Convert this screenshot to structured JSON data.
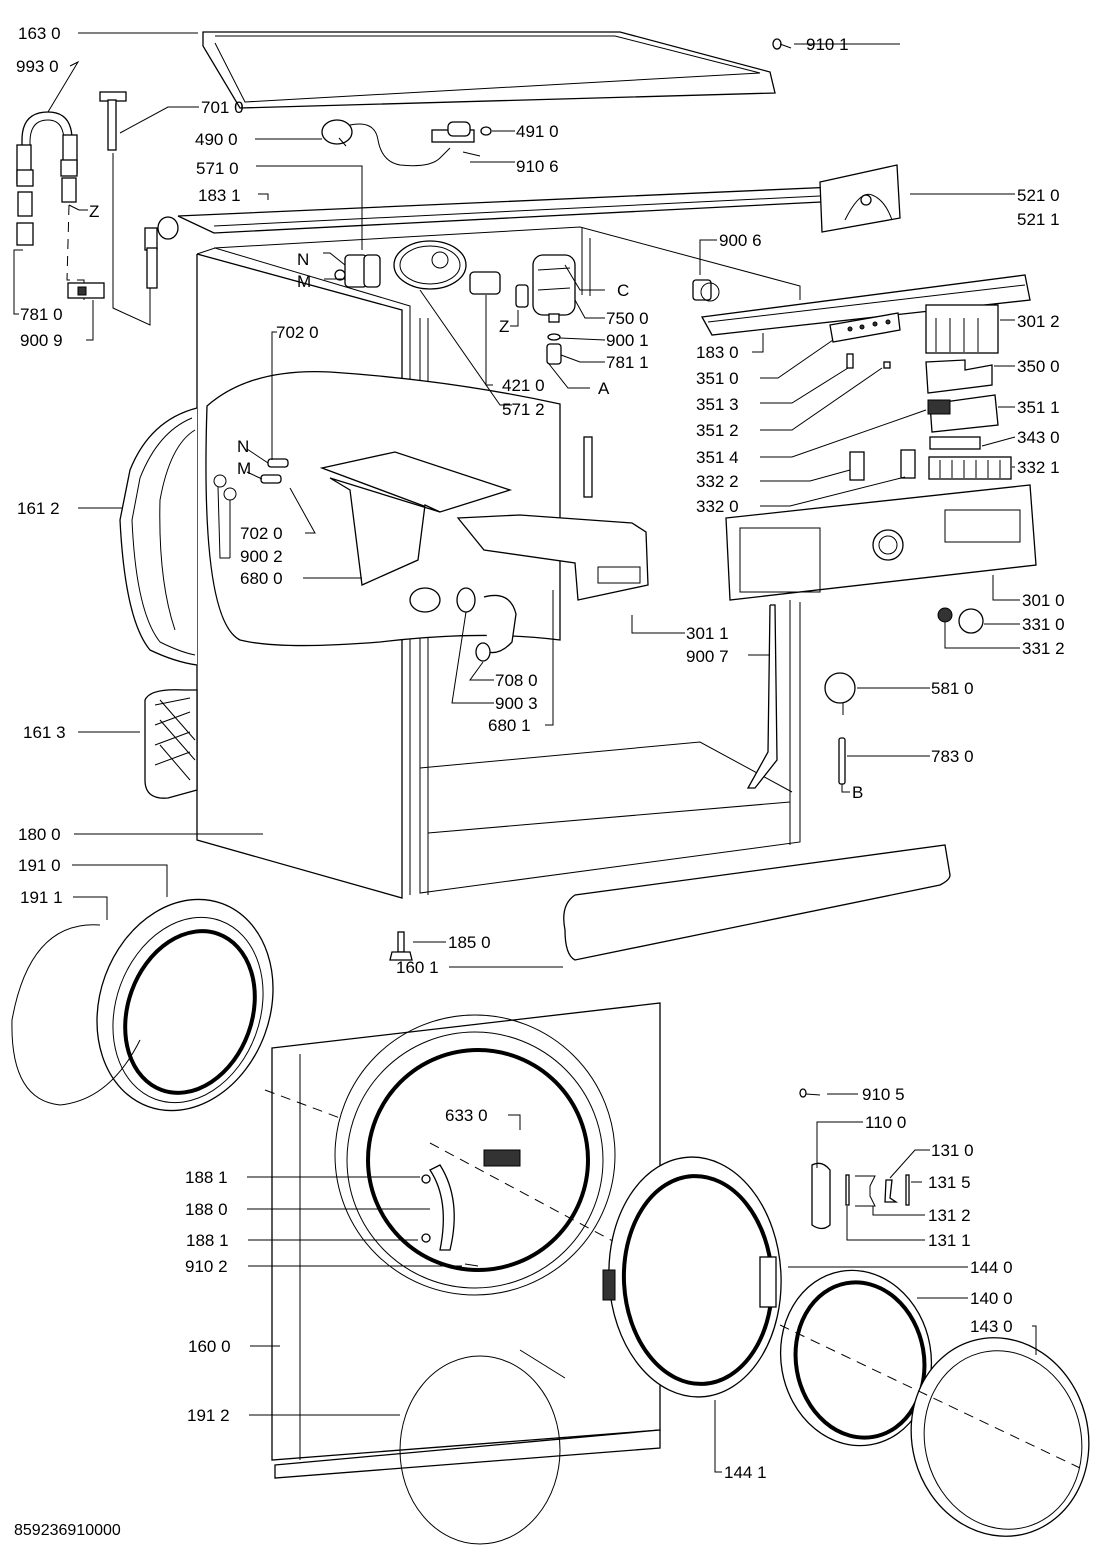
{
  "diagram": {
    "title": "Washing machine exploded parts diagram",
    "document_number": "859236910000",
    "labels": [
      {
        "id": "163-0",
        "text": "163 0"
      },
      {
        "id": "993-0",
        "text": "993 0"
      },
      {
        "id": "701-0",
        "text": "701 0"
      },
      {
        "id": "490-0",
        "text": "490 0"
      },
      {
        "id": "491-0",
        "text": "491 0"
      },
      {
        "id": "910-1",
        "text": "910 1"
      },
      {
        "id": "910-6",
        "text": "910 6"
      },
      {
        "id": "571-0",
        "text": "571 0"
      },
      {
        "id": "183-1",
        "text": "183 1"
      },
      {
        "id": "521-0",
        "text": "521 0"
      },
      {
        "id": "521-1",
        "text": "521 1"
      },
      {
        "id": "z-top",
        "text": "Z"
      },
      {
        "id": "n-top",
        "text": "N"
      },
      {
        "id": "m-top",
        "text": "M"
      },
      {
        "id": "c",
        "text": "C"
      },
      {
        "id": "900-6",
        "text": "900 6"
      },
      {
        "id": "781-0",
        "text": "781 0"
      },
      {
        "id": "900-9",
        "text": "900 9"
      },
      {
        "id": "z-mid",
        "text": "Z"
      },
      {
        "id": "750-0",
        "text": "750 0"
      },
      {
        "id": "900-1",
        "text": "900 1"
      },
      {
        "id": "781-1",
        "text": "781 1"
      },
      {
        "id": "a",
        "text": "A"
      },
      {
        "id": "421-0",
        "text": "421 0"
      },
      {
        "id": "571-2",
        "text": "571 2"
      },
      {
        "id": "183-0",
        "text": "183 0"
      },
      {
        "id": "301-2",
        "text": "301 2"
      },
      {
        "id": "351-0",
        "text": "351 0"
      },
      {
        "id": "350-0",
        "text": "350 0"
      },
      {
        "id": "351-3",
        "text": "351 3"
      },
      {
        "id": "351-2",
        "text": "351 2"
      },
      {
        "id": "351-1",
        "text": "351 1"
      },
      {
        "id": "351-4",
        "text": "351 4"
      },
      {
        "id": "343-0",
        "text": "343 0"
      },
      {
        "id": "332-2",
        "text": "332 2"
      },
      {
        "id": "332-1",
        "text": "332 1"
      },
      {
        "id": "332-0",
        "text": "332 0"
      },
      {
        "id": "702-0-top",
        "text": "702 0"
      },
      {
        "id": "n-mid",
        "text": "N"
      },
      {
        "id": "m-mid",
        "text": "M"
      },
      {
        "id": "161-2",
        "text": "161 2"
      },
      {
        "id": "702-0",
        "text": "702 0"
      },
      {
        "id": "900-2",
        "text": "900 2"
      },
      {
        "id": "680-0",
        "text": "680 0"
      },
      {
        "id": "301-0",
        "text": "301 0"
      },
      {
        "id": "331-0",
        "text": "331 0"
      },
      {
        "id": "331-2",
        "text": "331 2"
      },
      {
        "id": "301-1",
        "text": "301 1"
      },
      {
        "id": "900-7",
        "text": "900 7"
      },
      {
        "id": "708-0",
        "text": "708 0"
      },
      {
        "id": "900-3",
        "text": "900 3"
      },
      {
        "id": "680-1",
        "text": "680 1"
      },
      {
        "id": "581-0",
        "text": "581 0"
      },
      {
        "id": "161-3",
        "text": "161 3"
      },
      {
        "id": "783-0",
        "text": "783 0"
      },
      {
        "id": "b",
        "text": "B"
      },
      {
        "id": "180-0",
        "text": "180 0"
      },
      {
        "id": "191-0",
        "text": "191 0"
      },
      {
        "id": "191-1",
        "text": "191 1"
      },
      {
        "id": "185-0",
        "text": "185 0"
      },
      {
        "id": "160-1",
        "text": "160 1"
      },
      {
        "id": "910-5",
        "text": "910 5"
      },
      {
        "id": "633-0",
        "text": "633 0"
      },
      {
        "id": "110-0",
        "text": "110 0"
      },
      {
        "id": "131-0",
        "text": "131 0"
      },
      {
        "id": "188-1-top",
        "text": "188 1"
      },
      {
        "id": "131-5",
        "text": "131 5"
      },
      {
        "id": "188-0",
        "text": "188 0"
      },
      {
        "id": "131-2",
        "text": "131 2"
      },
      {
        "id": "131-1",
        "text": "131 1"
      },
      {
        "id": "188-1-bottom",
        "text": "188 1"
      },
      {
        "id": "910-2",
        "text": "910 2"
      },
      {
        "id": "144-0",
        "text": "144 0"
      },
      {
        "id": "140-0",
        "text": "140 0"
      },
      {
        "id": "143-0",
        "text": "143 0"
      },
      {
        "id": "160-0",
        "text": "160 0"
      },
      {
        "id": "191-2",
        "text": "191 2"
      },
      {
        "id": "144-1",
        "text": "144 1"
      }
    ]
  }
}
